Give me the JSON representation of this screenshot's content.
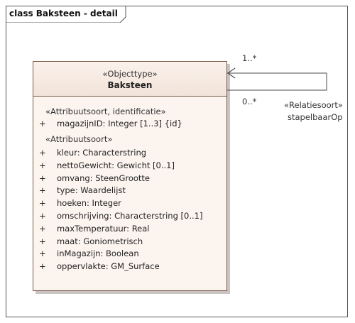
{
  "diagram": {
    "frame_title": "class Baksteen - detail"
  },
  "class": {
    "stereotype": "«Objecttype»",
    "name": "Baksteen",
    "groups": [
      {
        "title": "«Attribuutsoort, identificatie»",
        "attributes": [
          {
            "visibility": "+",
            "text": "magazijnID: Integer [1..3] {id}"
          }
        ]
      },
      {
        "title": "«Attribuutsoort»",
        "attributes": [
          {
            "visibility": "+",
            "text": "kleur: Characterstring"
          },
          {
            "visibility": "+",
            "text": "nettoGewicht: Gewicht [0..1]"
          },
          {
            "visibility": "+",
            "text": "omvang: SteenGrootte"
          },
          {
            "visibility": "+",
            "text": "type: Waardelijst"
          },
          {
            "visibility": "+",
            "text": "hoeken: Integer"
          },
          {
            "visibility": "+",
            "text": "omschrijving: Characterstring [0..1]"
          },
          {
            "visibility": "+",
            "text": "maxTemperatuur: Real"
          },
          {
            "visibility": "+",
            "text": "maat: Goniometrisch"
          },
          {
            "visibility": "+",
            "text": "inMagazijn: Boolean"
          },
          {
            "visibility": "+",
            "text": "oppervlakte: GM_Surface"
          }
        ]
      }
    ]
  },
  "relation": {
    "multiplicity_source": "1..*",
    "multiplicity_target": "0..*",
    "stereotype": "«Relatiesoort»",
    "name": "stapelbaarOp"
  }
}
